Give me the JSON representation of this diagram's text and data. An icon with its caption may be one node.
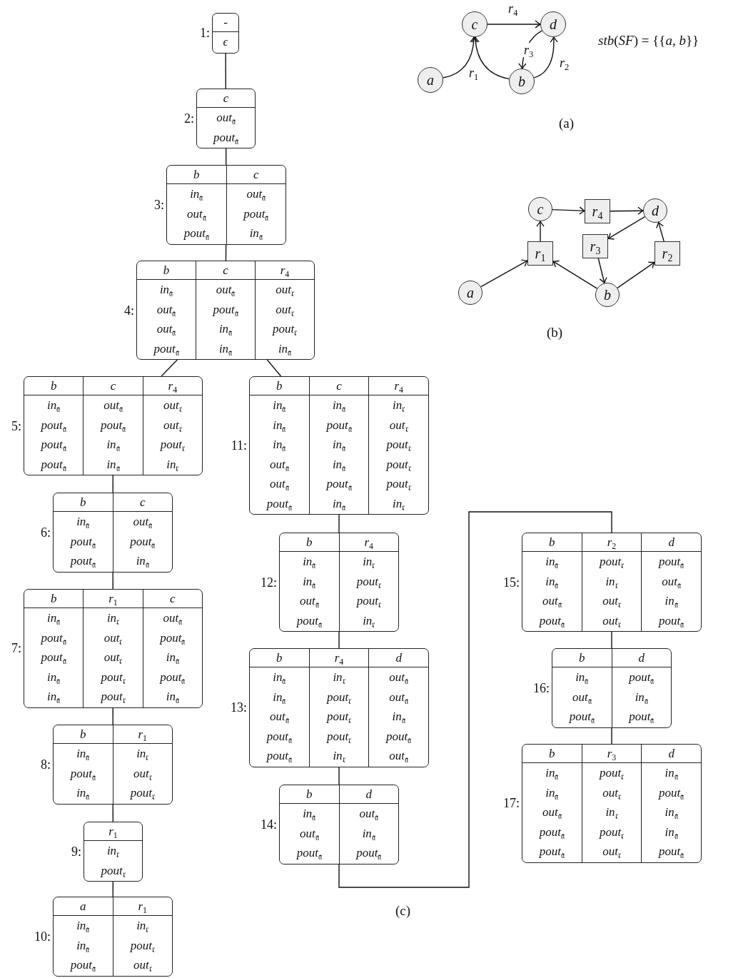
{
  "diagram": {
    "nodes": [
      {
        "text": [
          "c"
        ]
      },
      {
        "text": [
          "d"
        ]
      },
      {
        "text": [
          "a"
        ]
      },
      {
        "text": [
          "b"
        ]
      },
      {
        "text": [
          "c"
        ]
      },
      {
        "text": [
          "r$_{4}$"
        ]
      },
      {
        "text": [
          "d"
        ]
      },
      {
        "text": [
          "r$_{3}$"
        ]
      },
      {
        "text": [
          "r$_{1}$"
        ]
      },
      {
        "text": [
          "r$_{2}$"
        ]
      },
      {
        "text": [
          "a"
        ]
      },
      {
        "text": [
          "b"
        ]
      },
      {
        "text": [],
        "shape": "box",
        "beside": [
          "1:"
        ]
      },
      {
        "text": [
          "-",
          "ϵ"
        ],
        "in": 12
      },
      {
        "text": [],
        "shape": "box",
        "beside": [
          "2:"
        ]
      },
      {
        "text": [
          "c",
          "out$_{𝔞}$",
          "pout$_{𝔞}$"
        ],
        "in": 14
      },
      {
        "text": [],
        "shape": "box",
        "beside": [
          "3:"
        ]
      },
      {
        "text": [
          "b",
          "in$_{𝔞}$",
          "out$_{𝔞}$",
          "pout$_{𝔞}$"
        ],
        "in": 16
      },
      {
        "text": [
          "c",
          "out$_{𝔞}$",
          "pout$_{𝔞}$",
          "in$_{𝔞}$"
        ],
        "in": 16
      },
      {
        "text": [],
        "shape": "box",
        "beside": [
          "4:"
        ]
      },
      {
        "text": [
          "b",
          "in$_{𝔞}$",
          "out$_{𝔞}$",
          "out$_{𝔞}$",
          "pout$_{𝔞}$"
        ],
        "in": 19
      },
      {
        "text": [
          "c",
          "out$_{𝔞}$",
          "pout$_{𝔞}$",
          "in$_{𝔞}$",
          "in$_{𝔞}$"
        ],
        "in": 19
      },
      {
        "text": [
          "r$_{4}$",
          "out$_{𝔯}$",
          "out$_{𝔯}$",
          "pout$_{𝔯}$",
          "in$_{𝔞}$"
        ],
        "in": 19
      },
      {
        "text": [],
        "shape": "box",
        "beside": [
          "5:"
        ]
      },
      {
        "text": [
          "b",
          "in$_{𝔞}$",
          "pout$_{𝔞}$",
          "pout$_{𝔞}$",
          "pout$_{𝔞}$"
        ],
        "in": 23
      },
      {
        "text": [
          "c",
          "out$_{𝔞}$",
          "pout$_{𝔞}$",
          "in$_{𝔞}$",
          "in$_{𝔞}$"
        ],
        "in": 23
      },
      {
        "text": [
          "r$_{4}$",
          "out$_{𝔯}$",
          "out$_{𝔯}$",
          "pout$_{𝔯}$",
          "in$_{𝔯}$"
        ],
        "in": 23
      },
      {
        "text": [],
        "shape": "box",
        "beside": [
          "6:"
        ]
      },
      {
        "text": [
          "b",
          "in$_{𝔞}$",
          "pout$_{𝔞}$",
          "pout$_{𝔞}$"
        ],
        "in": 27
      },
      {
        "text": [
          "c",
          "out$_{𝔞}$",
          "pout$_{𝔞}$",
          "in$_{𝔞}$"
        ],
        "in": 27
      },
      {
        "text": [],
        "shape": "box",
        "beside": [
          "7:"
        ]
      },
      {
        "text": [
          "b",
          "in$_{𝔞}$",
          "pout$_{𝔞}$",
          "pout$_{𝔞}$",
          "in$_{𝔞}$",
          "in$_{𝔞}$"
        ],
        "in": 30
      },
      {
        "text": [
          "r$_{1}$",
          "in$_{𝔯}$",
          "out$_{𝔯}$",
          "out$_{𝔯}$",
          "pout$_{𝔯}$",
          "pout$_{𝔯}$"
        ],
        "in": 30
      },
      {
        "text": [
          "c",
          "out$_{𝔞}$",
          "pout$_{𝔞}$",
          "in$_{𝔞}$",
          "pout$_{𝔞}$",
          "in$_{𝔞}$"
        ],
        "in": 30
      },
      {
        "text": [],
        "shape": "box",
        "beside": [
          "8:"
        ]
      },
      {
        "text": [
          "b",
          "in$_{𝔞}$",
          "pout$_{𝔞}$",
          "in$_{𝔞}$"
        ],
        "in": 34
      },
      {
        "text": [
          "r$_{1}$",
          "in$_{𝔯}$",
          "out$_{𝔯}$",
          "pout$_{𝔯}$"
        ],
        "in": 34
      },
      {
        "text": [],
        "shape": "box",
        "beside": [
          "9:"
        ]
      },
      {
        "text": [
          "r$_{1}$",
          "in$_{𝔯}$",
          "pout$_{𝔯}$"
        ],
        "in": 37
      },
      {
        "text": [],
        "shape": "box",
        "beside": [
          "10:"
        ]
      },
      {
        "text": [
          "a",
          "in$_{𝔞}$",
          "in$_{𝔞}$",
          "pout$_{𝔞}$"
        ],
        "in": 39
      },
      {
        "text": [
          "r$_{1}$",
          "in$_{𝔯}$",
          "pout$_{𝔯}$",
          "out$_{𝔯}$"
        ],
        "in": 39
      },
      {
        "text": [],
        "shape": "box",
        "beside": [
          "11:"
        ]
      },
      {
        "text": [
          "b",
          "in$_{𝔞}$",
          "in$_{𝔞}$",
          "in$_{𝔞}$",
          "out$_{𝔞}$",
          "out$_{𝔞}$",
          "pout$_{𝔞}$"
        ],
        "in": 42
      },
      {
        "text": [
          "c",
          "in$_{𝔞}$",
          "pout$_{𝔞}$",
          "in$_{𝔞}$",
          "in$_{𝔞}$",
          "pout$_{𝔞}$",
          "in$_{𝔞}$"
        ],
        "in": 42
      },
      {
        "text": [
          "r$_{4}$",
          "in$_{𝔯}$",
          "out$_{𝔯}$",
          "pout$_{𝔯}$",
          "pout$_{𝔯}$",
          "pout$_{𝔯}$",
          "in$_{𝔯}$"
        ],
        "in": 42
      },
      {
        "text": [],
        "shape": "box",
        "beside": [
          "12:"
        ]
      },
      {
        "text": [
          "b",
          "in$_{𝔞}$",
          "in$_{𝔞}$",
          "out$_{𝔞}$",
          "pout$_{𝔞}$"
        ],
        "in": 46
      },
      {
        "text": [
          "r$_{4}$",
          "in$_{𝔯}$",
          "pout$_{𝔯}$",
          "pout$_{𝔯}$",
          "in$_{𝔯}$"
        ],
        "in": 46
      },
      {
        "text": [],
        "shape": "box",
        "beside": [
          "13:"
        ]
      },
      {
        "text": [
          "b",
          "in$_{𝔞}$",
          "in$_{𝔞}$",
          "out$_{𝔞}$",
          "pout$_{𝔞}$",
          "pout$_{𝔞}$"
        ],
        "in": 49
      },
      {
        "text": [
          "r$_{4}$",
          "in$_{𝔯}$",
          "pout$_{𝔯}$",
          "pout$_{𝔯}$",
          "pout$_{𝔯}$",
          "in$_{𝔯}$"
        ],
        "in": 49
      },
      {
        "text": [
          "d",
          "out$_{𝔞}$",
          "out$_{𝔞}$",
          "in$_{𝔞}$",
          "pout$_{𝔞}$",
          "out$_{𝔞}$"
        ],
        "in": 49
      },
      {
        "text": [],
        "shape": "box",
        "beside": [
          "14:"
        ]
      },
      {
        "text": [
          "b",
          "in$_{𝔞}$",
          "out$_{𝔞}$",
          "pout$_{𝔞}$"
        ],
        "in": 53
      },
      {
        "text": [
          "d",
          "out$_{𝔞}$",
          "in$_{𝔞}$",
          "pout$_{𝔞}$"
        ],
        "in": 53
      },
      {
        "text": [],
        "shape": "box",
        "beside": [
          "15:"
        ]
      },
      {
        "text": [
          "b",
          "in$_{𝔞}$",
          "in$_{𝔞}$",
          "out$_{𝔞}$",
          "pout$_{𝔞}$"
        ],
        "in": 56
      },
      {
        "text": [
          "r$_{2}$",
          "pout$_{𝔯}$",
          "in$_{𝔯}$",
          "out$_{𝔯}$",
          "out$_{𝔯}$"
        ],
        "in": 56
      },
      {
        "text": [
          "d",
          "pout$_{𝔞}$",
          "out$_{𝔞}$",
          "in$_{𝔞}$",
          "pout$_{𝔞}$"
        ],
        "in": 56
      },
      {
        "text": [],
        "shape": "box",
        "beside": [
          "16:"
        ]
      },
      {
        "text": [
          "b",
          "in$_{𝔞}$",
          "out$_{𝔞}$",
          "pout$_{𝔞}$"
        ],
        "in": 60
      },
      {
        "text": [
          "d",
          "pout$_{𝔞}$",
          "in$_{𝔞}$",
          "pout$_{𝔞}$"
        ],
        "in": 60
      },
      {
        "text": [],
        "shape": "box",
        "beside": [
          "17:"
        ]
      },
      {
        "text": [
          "b",
          "in$_{𝔞}$",
          "in$_{𝔞}$",
          "out$_{𝔞}$",
          "pout$_{𝔞}$",
          "pout$_{𝔞}$"
        ],
        "in": 63
      },
      {
        "text": [
          "r$_{3}$",
          "pout$_{𝔯}$",
          "out$_{𝔯}$",
          "in$_{𝔯}$",
          "pout$_{𝔯}$",
          "out$_{𝔯}$"
        ],
        "in": 63
      },
      {
        "text": [
          "d",
          "in$_{𝔞}$",
          "pout$_{𝔞}$",
          "in$_{𝔞}$",
          "in$_{𝔞}$",
          "pout$_{𝔞}$"
        ],
        "in": 63
      }
    ],
    "edges": [
      {
        "from": 2,
        "to": 0,
        "arrow": "to",
        "label": "r$_{1}$"
      },
      {
        "from": 3,
        "to": 0,
        "arrow": "to"
      },
      {
        "from": 0,
        "to": 1,
        "arrow": "to",
        "label": "r$_{4}$"
      },
      {
        "from": 1,
        "to": 3,
        "arrow": "to",
        "label": "r$_{3}$"
      },
      {
        "from": 3,
        "to": 1,
        "arrow": "to",
        "label": "r$_{2}$"
      },
      {
        "from": 4,
        "to": 5,
        "arrow": "to"
      },
      {
        "from": 5,
        "to": 6,
        "arrow": "to"
      },
      {
        "from": 6,
        "to": 7,
        "arrow": "to"
      },
      {
        "from": 7,
        "to": 11,
        "arrow": "to"
      },
      {
        "from": 11,
        "to": 8,
        "arrow": "to"
      },
      {
        "from": 10,
        "to": 8,
        "arrow": "to"
      },
      {
        "from": 8,
        "to": 4,
        "arrow": "to"
      },
      {
        "from": 11,
        "to": 9,
        "arrow": "to"
      },
      {
        "from": 9,
        "to": 6,
        "arrow": "to"
      },
      {
        "from": 12,
        "to": 14,
        "arrow": "none"
      },
      {
        "from": 14,
        "to": 16,
        "arrow": "none"
      },
      {
        "from": 16,
        "to": 19,
        "arrow": "none"
      },
      {
        "from": 19,
        "to": 23,
        "arrow": "none"
      },
      {
        "from": 19,
        "to": 42,
        "arrow": "none"
      },
      {
        "from": 23,
        "to": 27,
        "arrow": "none"
      },
      {
        "from": 27,
        "to": 30,
        "arrow": "none"
      },
      {
        "from": 30,
        "to": 34,
        "arrow": "none"
      },
      {
        "from": 34,
        "to": 37,
        "arrow": "none"
      },
      {
        "from": 37,
        "to": 39,
        "arrow": "none"
      },
      {
        "from": 42,
        "to": 46,
        "arrow": "none"
      },
      {
        "from": 46,
        "to": 49,
        "arrow": "none"
      },
      {
        "from": 49,
        "to": 53,
        "arrow": "none"
      },
      {
        "from": 53,
        "to": 56,
        "arrow": "none"
      },
      {
        "from": 56,
        "to": 60,
        "arrow": "none"
      },
      {
        "from": 60,
        "to": 63,
        "arrow": "none"
      }
    ],
    "labels": [
      "*stb*(*SF*) = {{*a*, *b*}}",
      "(a)",
      "(b)",
      "(c)"
    ]
  }
}
